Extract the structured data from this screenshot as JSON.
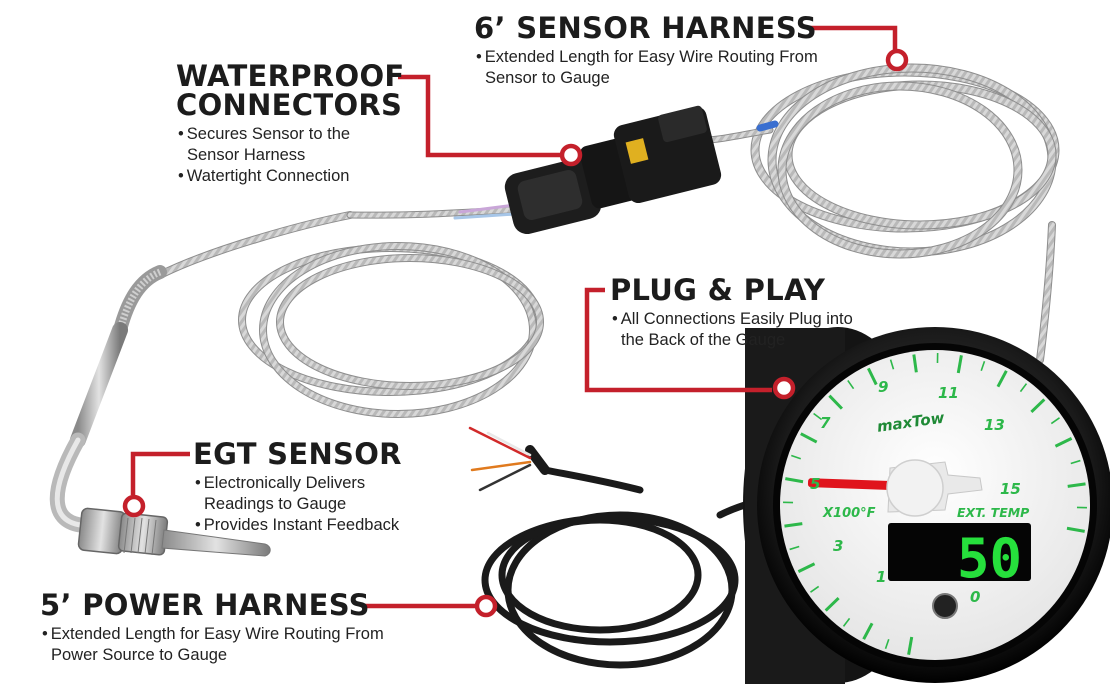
{
  "callouts": {
    "sensor_harness": {
      "title": "6’ SENSOR HARNESS",
      "bullets": [
        "Extended Length for Easy Wire Routing From Sensor to Gauge"
      ]
    },
    "waterproof": {
      "title_line1": "WATERPROOF",
      "title_line2": "CONNECTORS",
      "bullets": [
        "Secures Sensor to the Sensor Harness",
        "Watertight Connection"
      ]
    },
    "plug_play": {
      "title": "PLUG & PLAY",
      "bullets": [
        "All Connections Easily Plug into the Back of the Gauge"
      ]
    },
    "egt_sensor": {
      "title": "EGT SENSOR",
      "bullets": [
        "Electronically Delivers Readings to Gauge",
        "Provides Instant Feedback"
      ]
    },
    "power_harness": {
      "title": "5’ POWER HARNESS",
      "bullets": [
        "Extended Length for Easy Wire Routing From Power Source to Gauge"
      ]
    }
  },
  "gauge": {
    "dial_numbers": [
      "3",
      "5",
      "7",
      "9",
      "11",
      "13",
      "15",
      "1",
      "0"
    ],
    "unit_label": "X100°F",
    "type_label": "EXT. TEMP",
    "digital_readout": "50",
    "brand": "maxTow"
  },
  "colors": {
    "callout_red": "#c4202b",
    "dial_green": "#2db84a",
    "digital_green": "#26e03c",
    "needle_red": "#e0141c"
  }
}
